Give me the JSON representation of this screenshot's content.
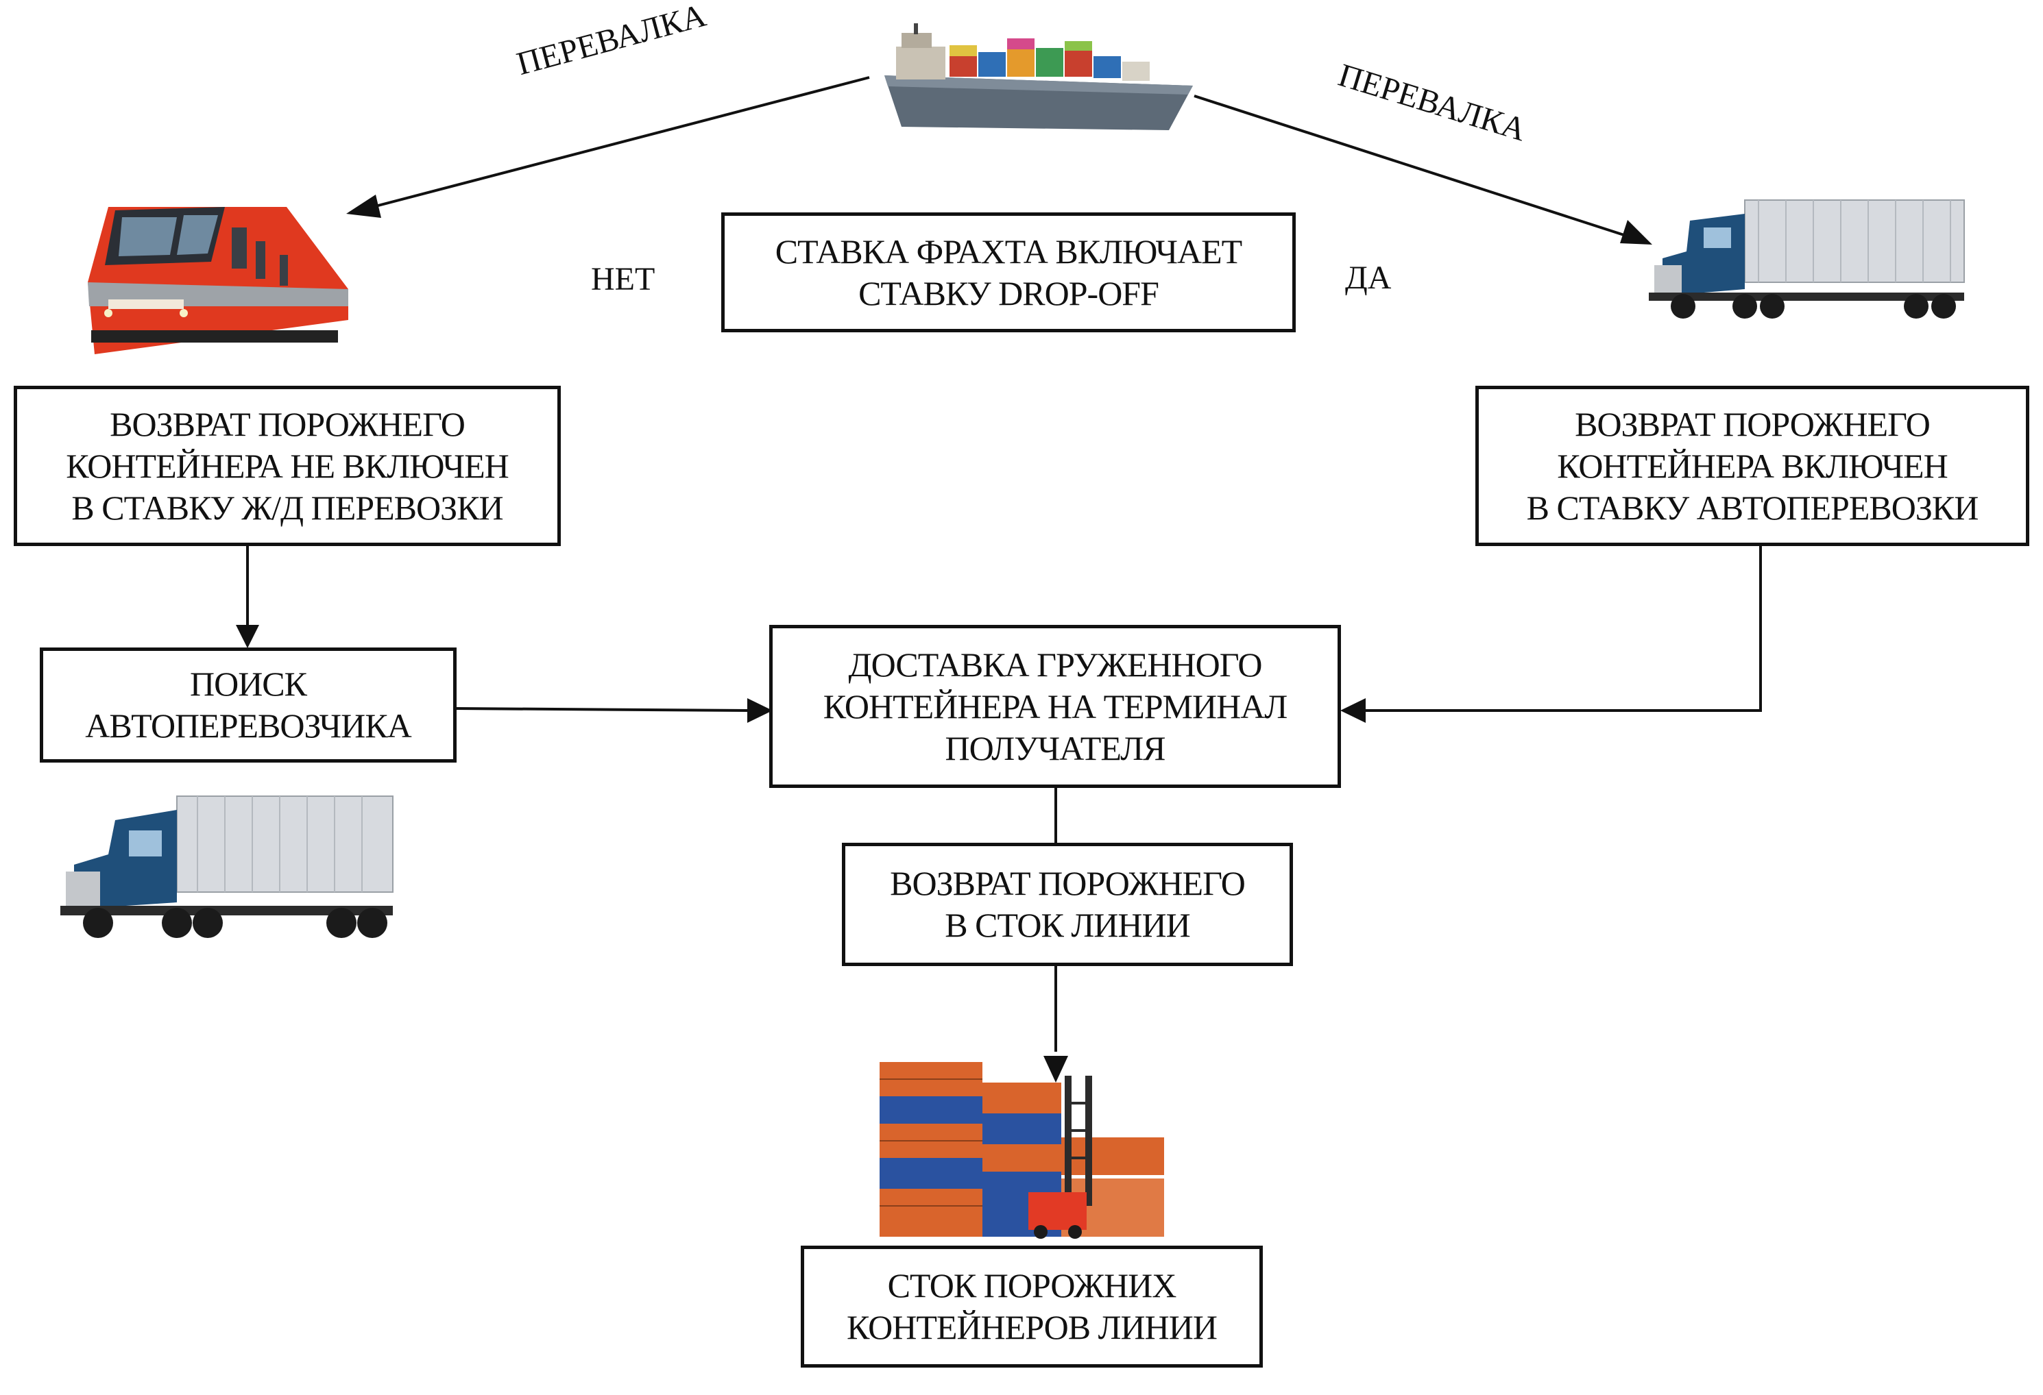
{
  "diagram": {
    "top_box": "СТАВКА ФРАХТА ВКЛЮЧАЕТ\nСТАВКУ DROP-OFF",
    "left_box": "ВОЗВРАТ ПОРОЖНЕГО\nКОНТЕЙНЕРА НЕ ВКЛЮЧЕН\nВ СТАВКУ Ж/Д ПЕРЕВОЗКИ",
    "right_box": "ВОЗВРАТ ПОРОЖНЕГО\nКОНТЕЙНЕРА ВКЛЮЧЕН\nВ СТАВКУ АВТОПЕРЕВОЗКИ",
    "search_box": "ПОИСК\nАВТОПЕРЕВОЗЧИКА",
    "delivery_box": "ДОСТАВКА ГРУЖЕННОГО\nКОНТЕЙНЕРА НА ТЕРМИНАЛ\nПОЛУЧАТЕЛЯ",
    "return_box": "ВОЗВРАТ ПОРОЖНЕГО\nВ СТОК ЛИНИИ",
    "stock_box": "СТОК ПОРОЖНИХ\nКОНТЕЙНЕРОВ ЛИНИИ",
    "label_no": "НЕТ",
    "label_yes": "ДА",
    "label_transship_left": "ПЕРЕВАЛКА",
    "label_transship_right": "ПЕРЕВАЛКА"
  },
  "icons": [
    "container-ship-icon",
    "electric-train-icon",
    "semi-truck-icon",
    "container-yard-icon"
  ],
  "colors": {
    "line": "#111111",
    "train_red": "#e0391f",
    "truck_blue": "#1f4f7a",
    "container_orange": "#d9642c",
    "container_blue": "#2a52a0"
  }
}
